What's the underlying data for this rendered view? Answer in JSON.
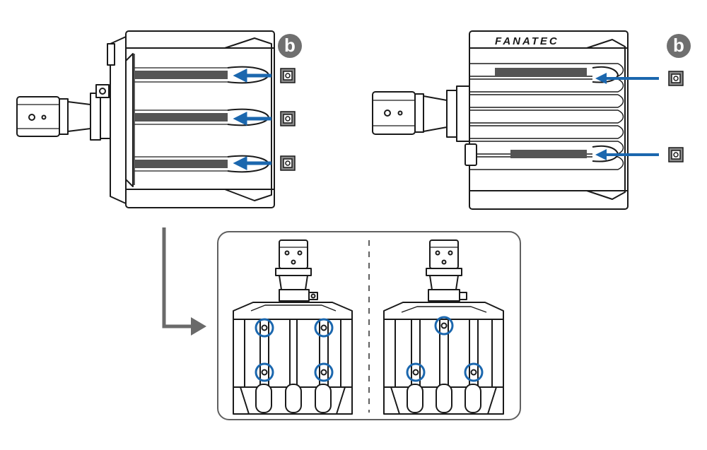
{
  "callouts": {
    "left_label": "b",
    "right_label": "b"
  },
  "brand": {
    "logo_text": "FANATEC"
  },
  "colors": {
    "line": "#1a1a1a",
    "slot_fill": "#555555",
    "callout_bg": "#6f6f6f",
    "arrow_blue": "#1b67ae",
    "highlight_blue": "#1b67ae",
    "panel_border": "#606060",
    "flow_arrow": "#6a6a6a",
    "nut_fill": "#8a8a8a"
  },
  "icons": {
    "callout": "letter-b-circle-icon",
    "insert_arrow": "arrow-left-icon",
    "flow_arrow": "elbow-arrow-right-icon",
    "slide_nut": "t-slot-nut-icon",
    "highlight": "blue-circle-highlight-icon"
  },
  "left_view": {
    "arrow_count": 3,
    "nut_count": 3
  },
  "right_view": {
    "arrow_count": 2,
    "nut_count": 2
  },
  "detail_panel": {
    "left_highlight_count": 4,
    "right_highlight_count": 3
  }
}
